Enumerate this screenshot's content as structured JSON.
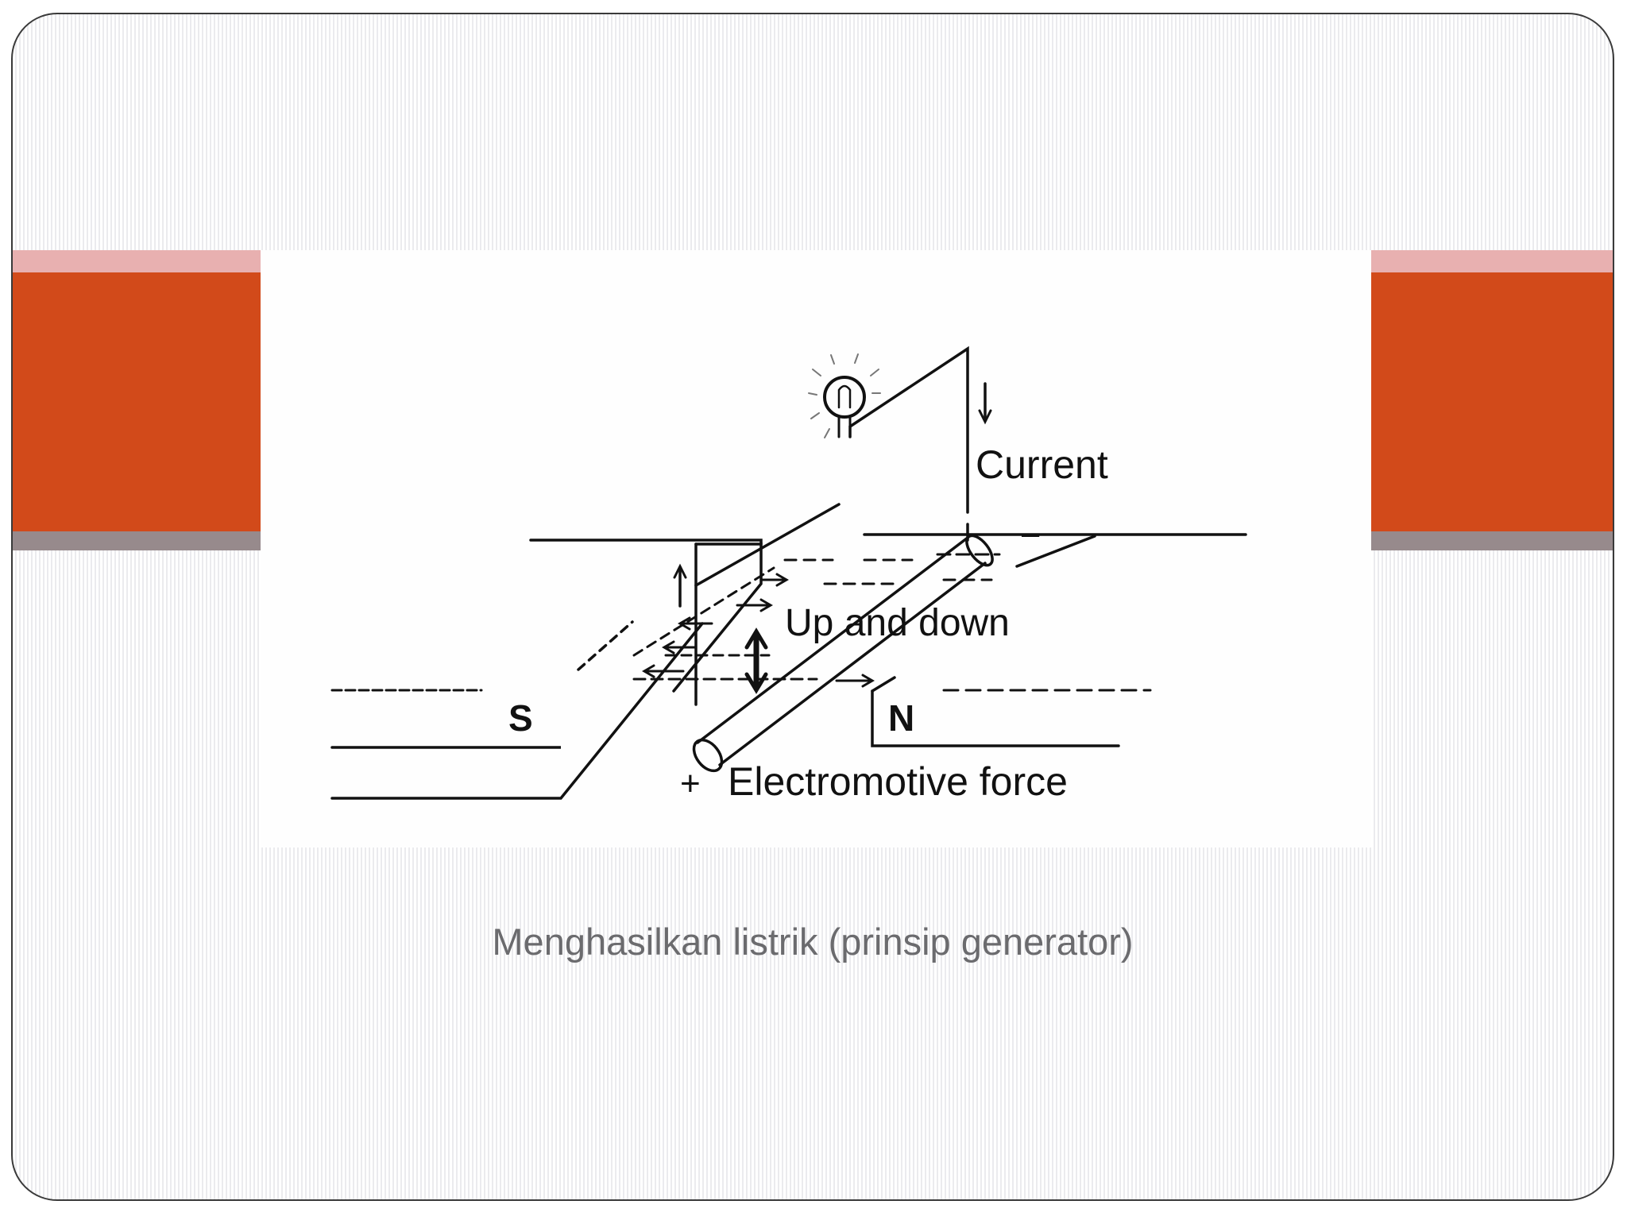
{
  "diagram": {
    "labels": {
      "current": "Current",
      "up_down": "Up and down",
      "south": "S",
      "north": "N",
      "plus": "+",
      "emf": "Electromotive force",
      "minus": "–"
    }
  },
  "caption": "Menghasilkan listrik (prinsip generator)",
  "colors": {
    "accent_orange": "#d24a1a",
    "accent_pink": "#e8b0b0",
    "accent_grey": "#978a8c",
    "caption_text": "#6b6b6e"
  }
}
